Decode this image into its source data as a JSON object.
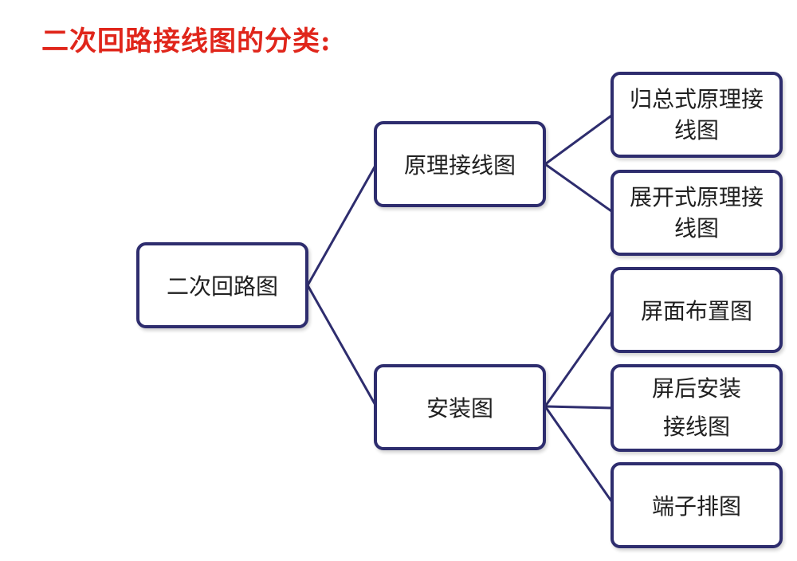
{
  "title": "二次回路接线图的分类:",
  "colors": {
    "title": "#e0261b",
    "node_border": "#2e2d6e",
    "connector": "#2e2d6e"
  },
  "root": {
    "label": "二次回路图"
  },
  "branches": [
    {
      "label": "原理接线图",
      "children": [
        {
          "label": "归总式原理接线图"
        },
        {
          "label": "展开式原理接线图"
        }
      ]
    },
    {
      "label": "安装图",
      "children": [
        {
          "label": "屏面布置图"
        },
        {
          "label": "屏后安装接线图"
        },
        {
          "label": "端子排图"
        }
      ]
    }
  ]
}
